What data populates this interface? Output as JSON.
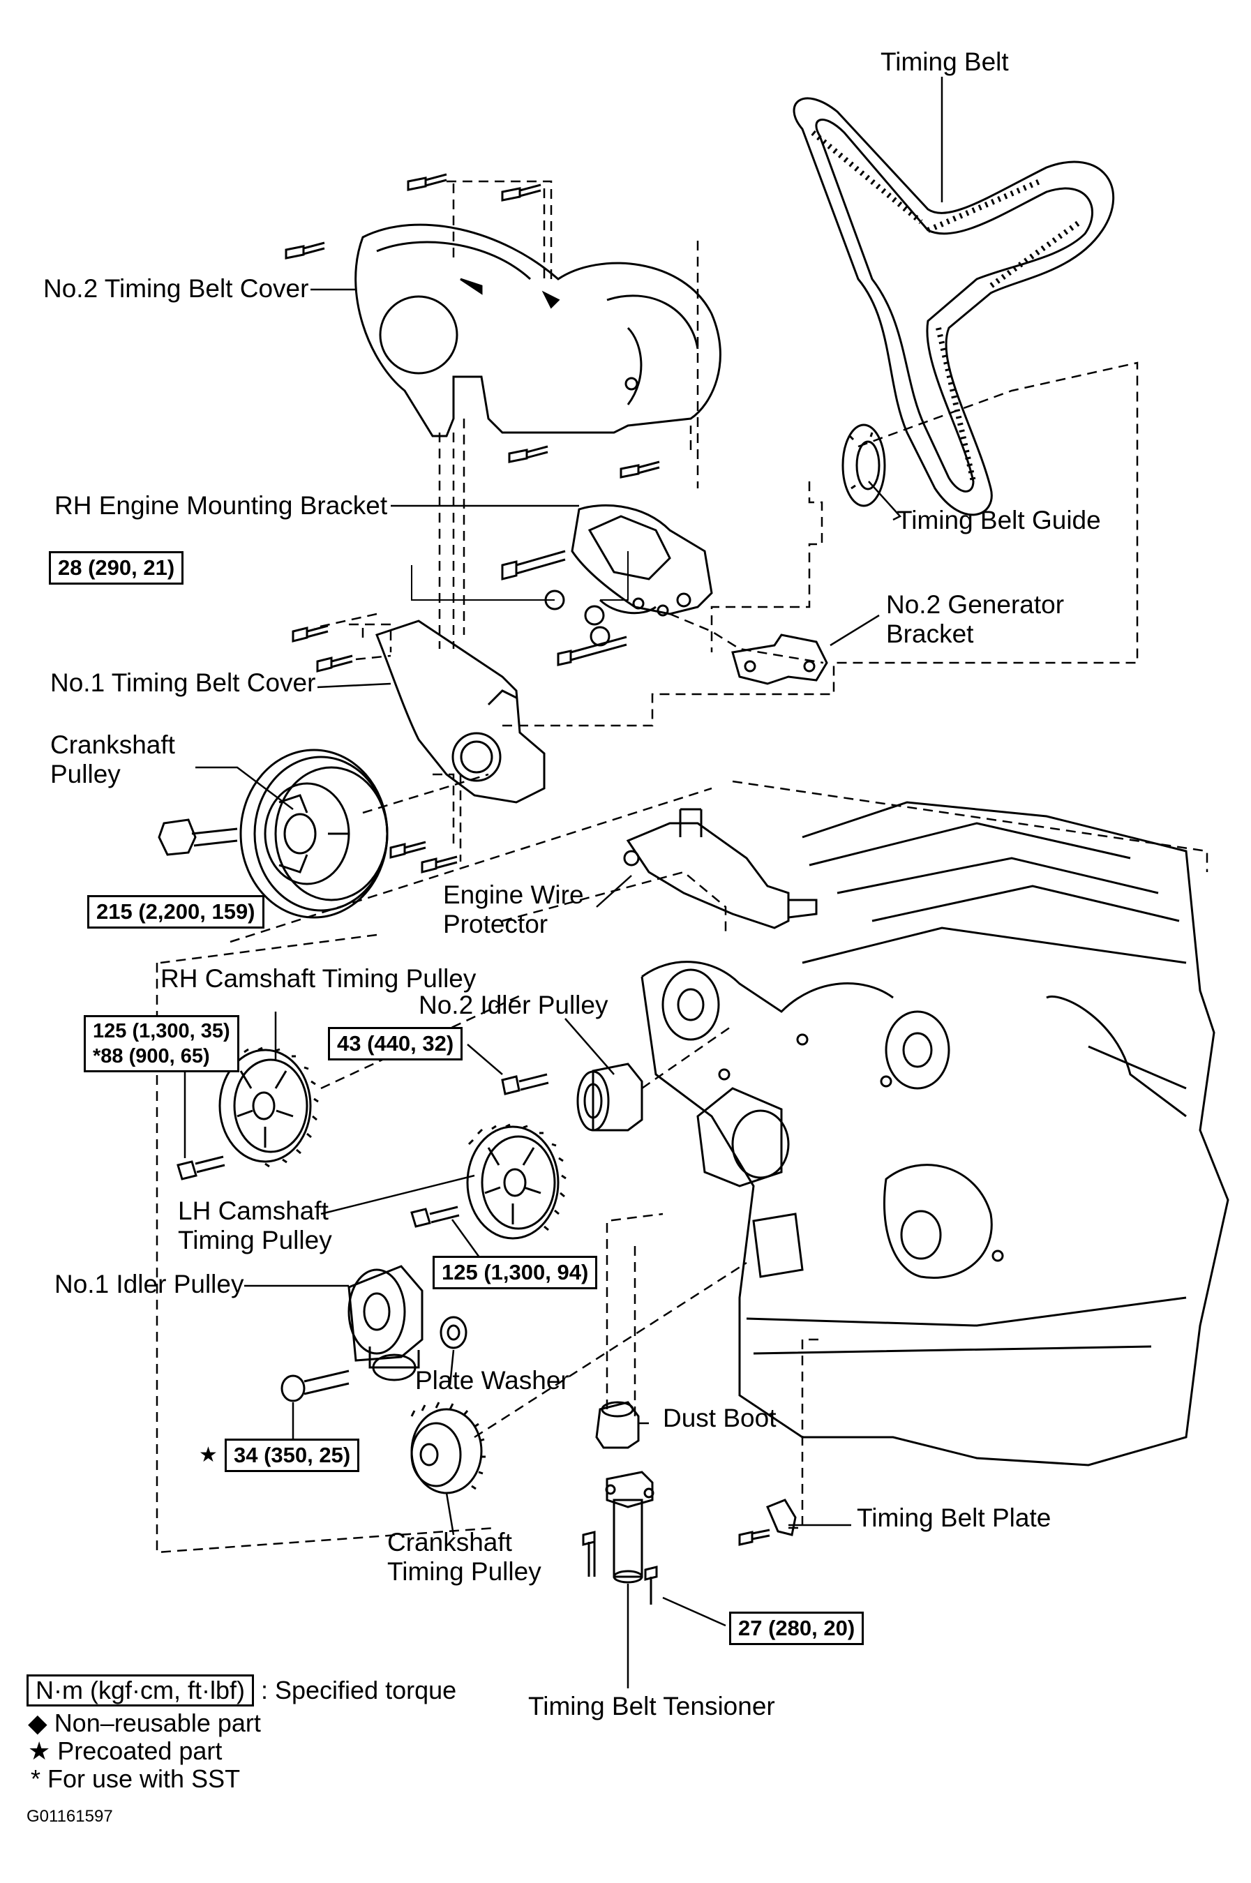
{
  "labels": {
    "timing_belt": "Timing Belt",
    "no2_timing_belt_cover": "No.2 Timing Belt Cover",
    "rh_engine_mounting_bracket": "RH Engine Mounting Bracket",
    "timing_belt_guide": "Timing Belt Guide",
    "no2_generator_bracket_1": "No.2 Generator",
    "no2_generator_bracket_2": "Bracket",
    "no1_timing_belt_cover": "No.1 Timing Belt Cover",
    "crankshaft_pulley_1": "Crankshaft",
    "crankshaft_pulley_2": "Pulley",
    "engine_wire_protector_1": "Engine Wire",
    "engine_wire_protector_2": "Protector",
    "rh_camshaft_timing_pulley": "RH Camshaft Timing Pulley",
    "no2_idler_pulley": "No.2 Idler Pulley",
    "lh_camshaft_timing_pulley_1": "LH Camshaft",
    "lh_camshaft_timing_pulley_2": "Timing Pulley",
    "no1_idler_pulley": "No.1 Idler Pulley",
    "plate_washer": "Plate Washer",
    "dust_boot": "Dust Boot",
    "timing_belt_plate": "Timing Belt Plate",
    "crankshaft_timing_pulley_1": "Crankshaft",
    "crankshaft_timing_pulley_2": "Timing Pulley",
    "timing_belt_tensioner": "Timing Belt Tensioner"
  },
  "torques": {
    "t1": "28 (290, 21)",
    "t2": "215 (2,200, 159)",
    "t3a": "125 (1,300, 35)",
    "t3b": "*88 (900, 65)",
    "t4": "43 (440, 32)",
    "t5": "125 (1,300, 94)",
    "t6": "34 (350, 25)",
    "t7": "27 (280, 20)",
    "star": "★"
  },
  "legend": {
    "unit_box": "N·m (kgf·cm, ft·lbf)",
    "unit_text": ": Specified torque",
    "non_reusable": "◆ Non–reusable part",
    "precoated": "★ Precoated part",
    "sst": "* For use with SST"
  },
  "figure_code": "G01161597"
}
